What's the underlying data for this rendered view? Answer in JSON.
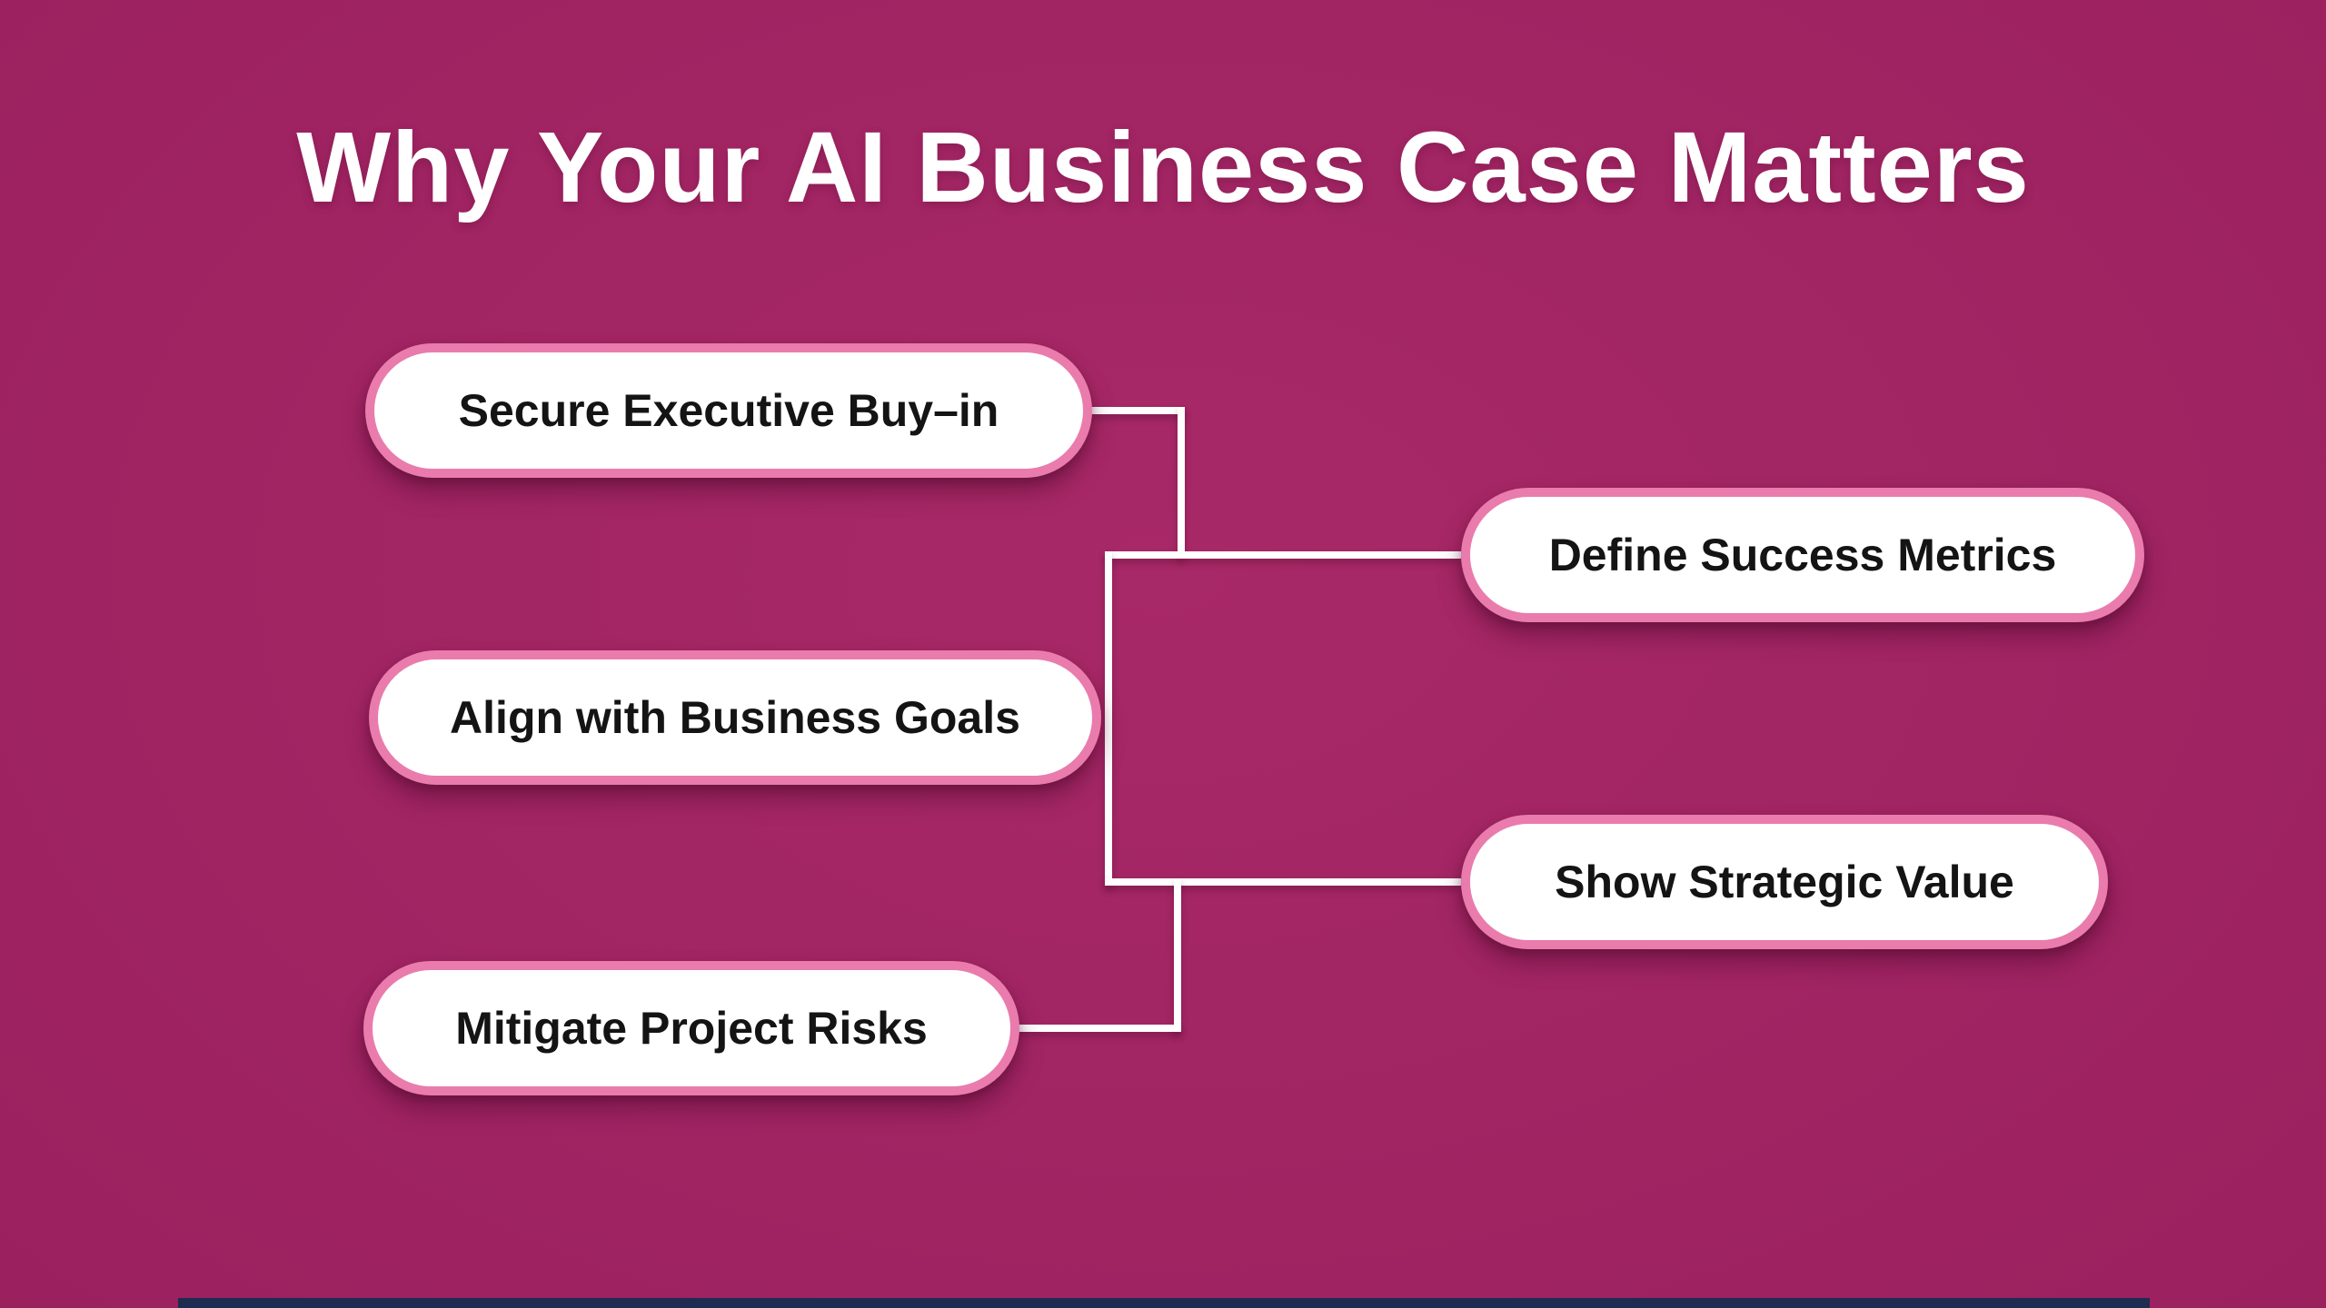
{
  "title": "Why Your AI Business Case Matters",
  "nodes": [
    {
      "label": "Secure Executive Buy–in"
    },
    {
      "label": "Define Success Metrics"
    },
    {
      "label": "Align with Business Goals"
    },
    {
      "label": "Show Strategic Value"
    },
    {
      "label": "Mitigate Project Risks"
    }
  ],
  "theme": {
    "background": "#9c2160",
    "background_center": "#a82967",
    "background_edge": "#8a1a50",
    "title_color": "#ffffff",
    "node_fill": "#ffffff",
    "node_border": "#e97cad",
    "node_text": "#141414",
    "connector": "#ffffff",
    "bottom_bar": "#1d2c50"
  }
}
